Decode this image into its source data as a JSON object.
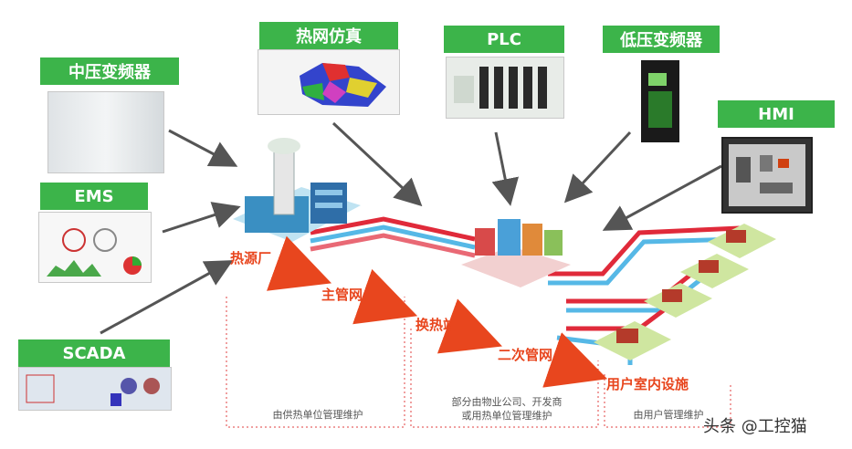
{
  "equipment_labels": {
    "mv_vfd": "中压变频器",
    "ems": "EMS",
    "scada": "SCADA",
    "heat_sim": "热网仿真",
    "plc": "PLC",
    "lv_vfd": "低压变频器",
    "hmi": "HMI"
  },
  "stages": {
    "heat_source": "热源厂",
    "main_pipe": "主管网",
    "exchange_station": "换热站",
    "secondary_pipe": "二次管网",
    "user_facility": "用户室内设施"
  },
  "responsibility": {
    "heat_supplier": "由供热单位管理维护",
    "property_line1": "部分由物业公司、开发商",
    "property_line2": "或用热单位管理维护",
    "user": "由用户管理维护"
  },
  "watermark": "头条 @工控猫",
  "colors": {
    "label_green": "#3cb44a",
    "stage_orange": "#e8461e",
    "hot_pipe": "#e02a3a",
    "cold_pipe": "#56b8e6",
    "arrow_gray": "#555555"
  }
}
